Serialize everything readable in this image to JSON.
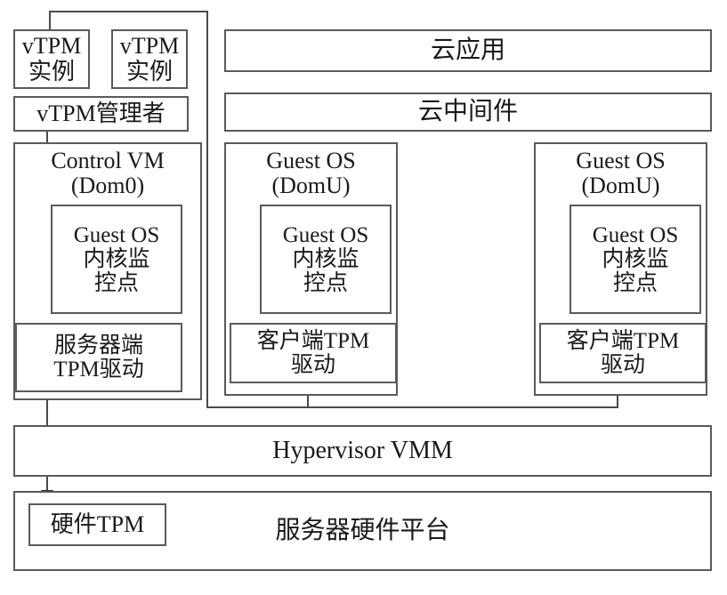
{
  "diagram": {
    "title": "vTPM virtualization architecture for cloud platform",
    "colors": {
      "border": "#5a5a5a",
      "line": "#4a4a4a",
      "arrow": "#2e2e2e",
      "background": "#ffffff",
      "text": "#1a1a1a"
    },
    "vtpm_instances": [
      {
        "label": "vTPM\n实例"
      },
      {
        "label": "vTPM\n实例"
      }
    ],
    "vtpm_manager": {
      "label": "vTPM管理者"
    },
    "control_vm": {
      "label": "Control VM\n(Dom0)",
      "kernel_monitor": {
        "label": "Guest OS\n内核监\n控点"
      },
      "tpm_driver": {
        "label": "服务器端\nTPM驱动"
      }
    },
    "guest_vms": [
      {
        "label": "Guest OS\n(DomU)",
        "kernel_monitor": {
          "label": "Guest OS\n内核监\n控点"
        },
        "tpm_driver": {
          "label": "客户端TPM\n驱动"
        }
      },
      {
        "label": "Guest OS\n(DomU)",
        "kernel_monitor": {
          "label": "Guest OS\n内核监\n控点"
        },
        "tpm_driver": {
          "label": "客户端TPM\n驱动"
        }
      }
    ],
    "cloud_application": {
      "label": "云应用"
    },
    "cloud_middleware": {
      "label": "云中间件"
    },
    "hypervisor": {
      "label": "Hypervisor VMM"
    },
    "hardware_platform": {
      "label": "服务器硬件平台"
    },
    "hardware_tpm": {
      "label": "硬件TPM"
    }
  }
}
